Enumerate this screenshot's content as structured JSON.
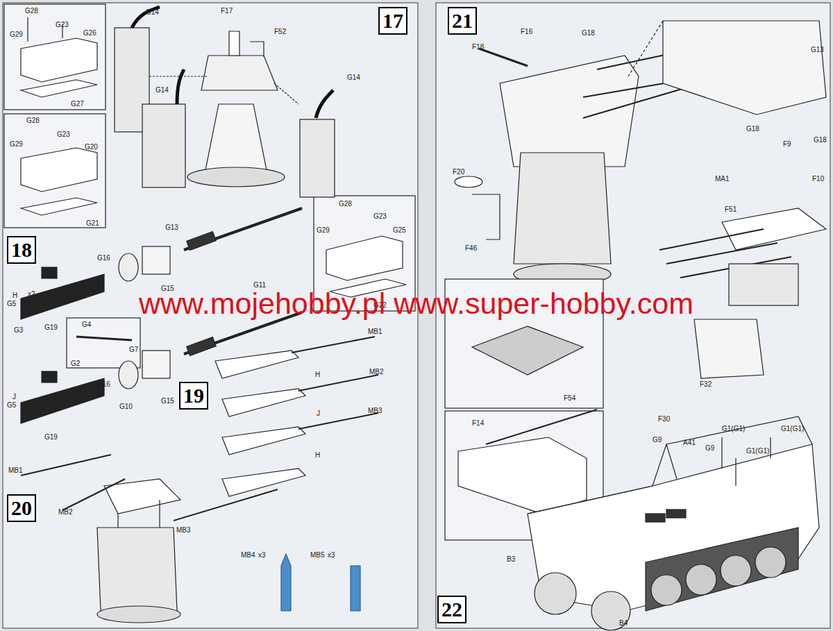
{
  "diagram": {
    "nodes": [
      {
        "text": [
          "17"
        ]
      },
      {
        "text": [
          "18"
        ]
      },
      {
        "text": [
          "19"
        ]
      },
      {
        "text": [
          "20"
        ]
      },
      {
        "text": [
          "21"
        ]
      },
      {
        "text": [
          "22"
        ]
      }
    ],
    "edges": [],
    "labels": [
      "G28",
      "G23",
      "G29",
      "G26",
      "G27",
      "G14",
      "F17",
      "F52",
      "G14",
      "G14",
      "G28",
      "G23",
      "G29",
      "G20",
      "G21",
      "G13",
      "G11",
      "G28",
      "G23",
      "G29",
      "G25",
      "G22",
      "G16",
      "G15",
      "H",
      "x2",
      "G5",
      "G3",
      "G19",
      "G4",
      "G7",
      "G2",
      "G16",
      "G10",
      "G15",
      "J",
      "G5",
      "G19",
      "MB1",
      "MB2",
      "MB3",
      "H",
      "J",
      "H",
      "MB1",
      "MB2",
      "MB3",
      "MB4",
      "x3",
      "MB5",
      "x3",
      "F18",
      "F16",
      "G18",
      "G13",
      "F20",
      "F46",
      "G18",
      "F9",
      "G18",
      "F10",
      "MA1",
      "F51",
      "F54",
      "F14",
      "F32",
      "F30",
      "G1(G1)",
      "G1(G1)",
      "G9",
      "A41",
      "G1(G1)",
      "G9",
      "B3",
      "B4",
      "www.mojehobby.pl www.super-hobby.com"
    ]
  }
}
